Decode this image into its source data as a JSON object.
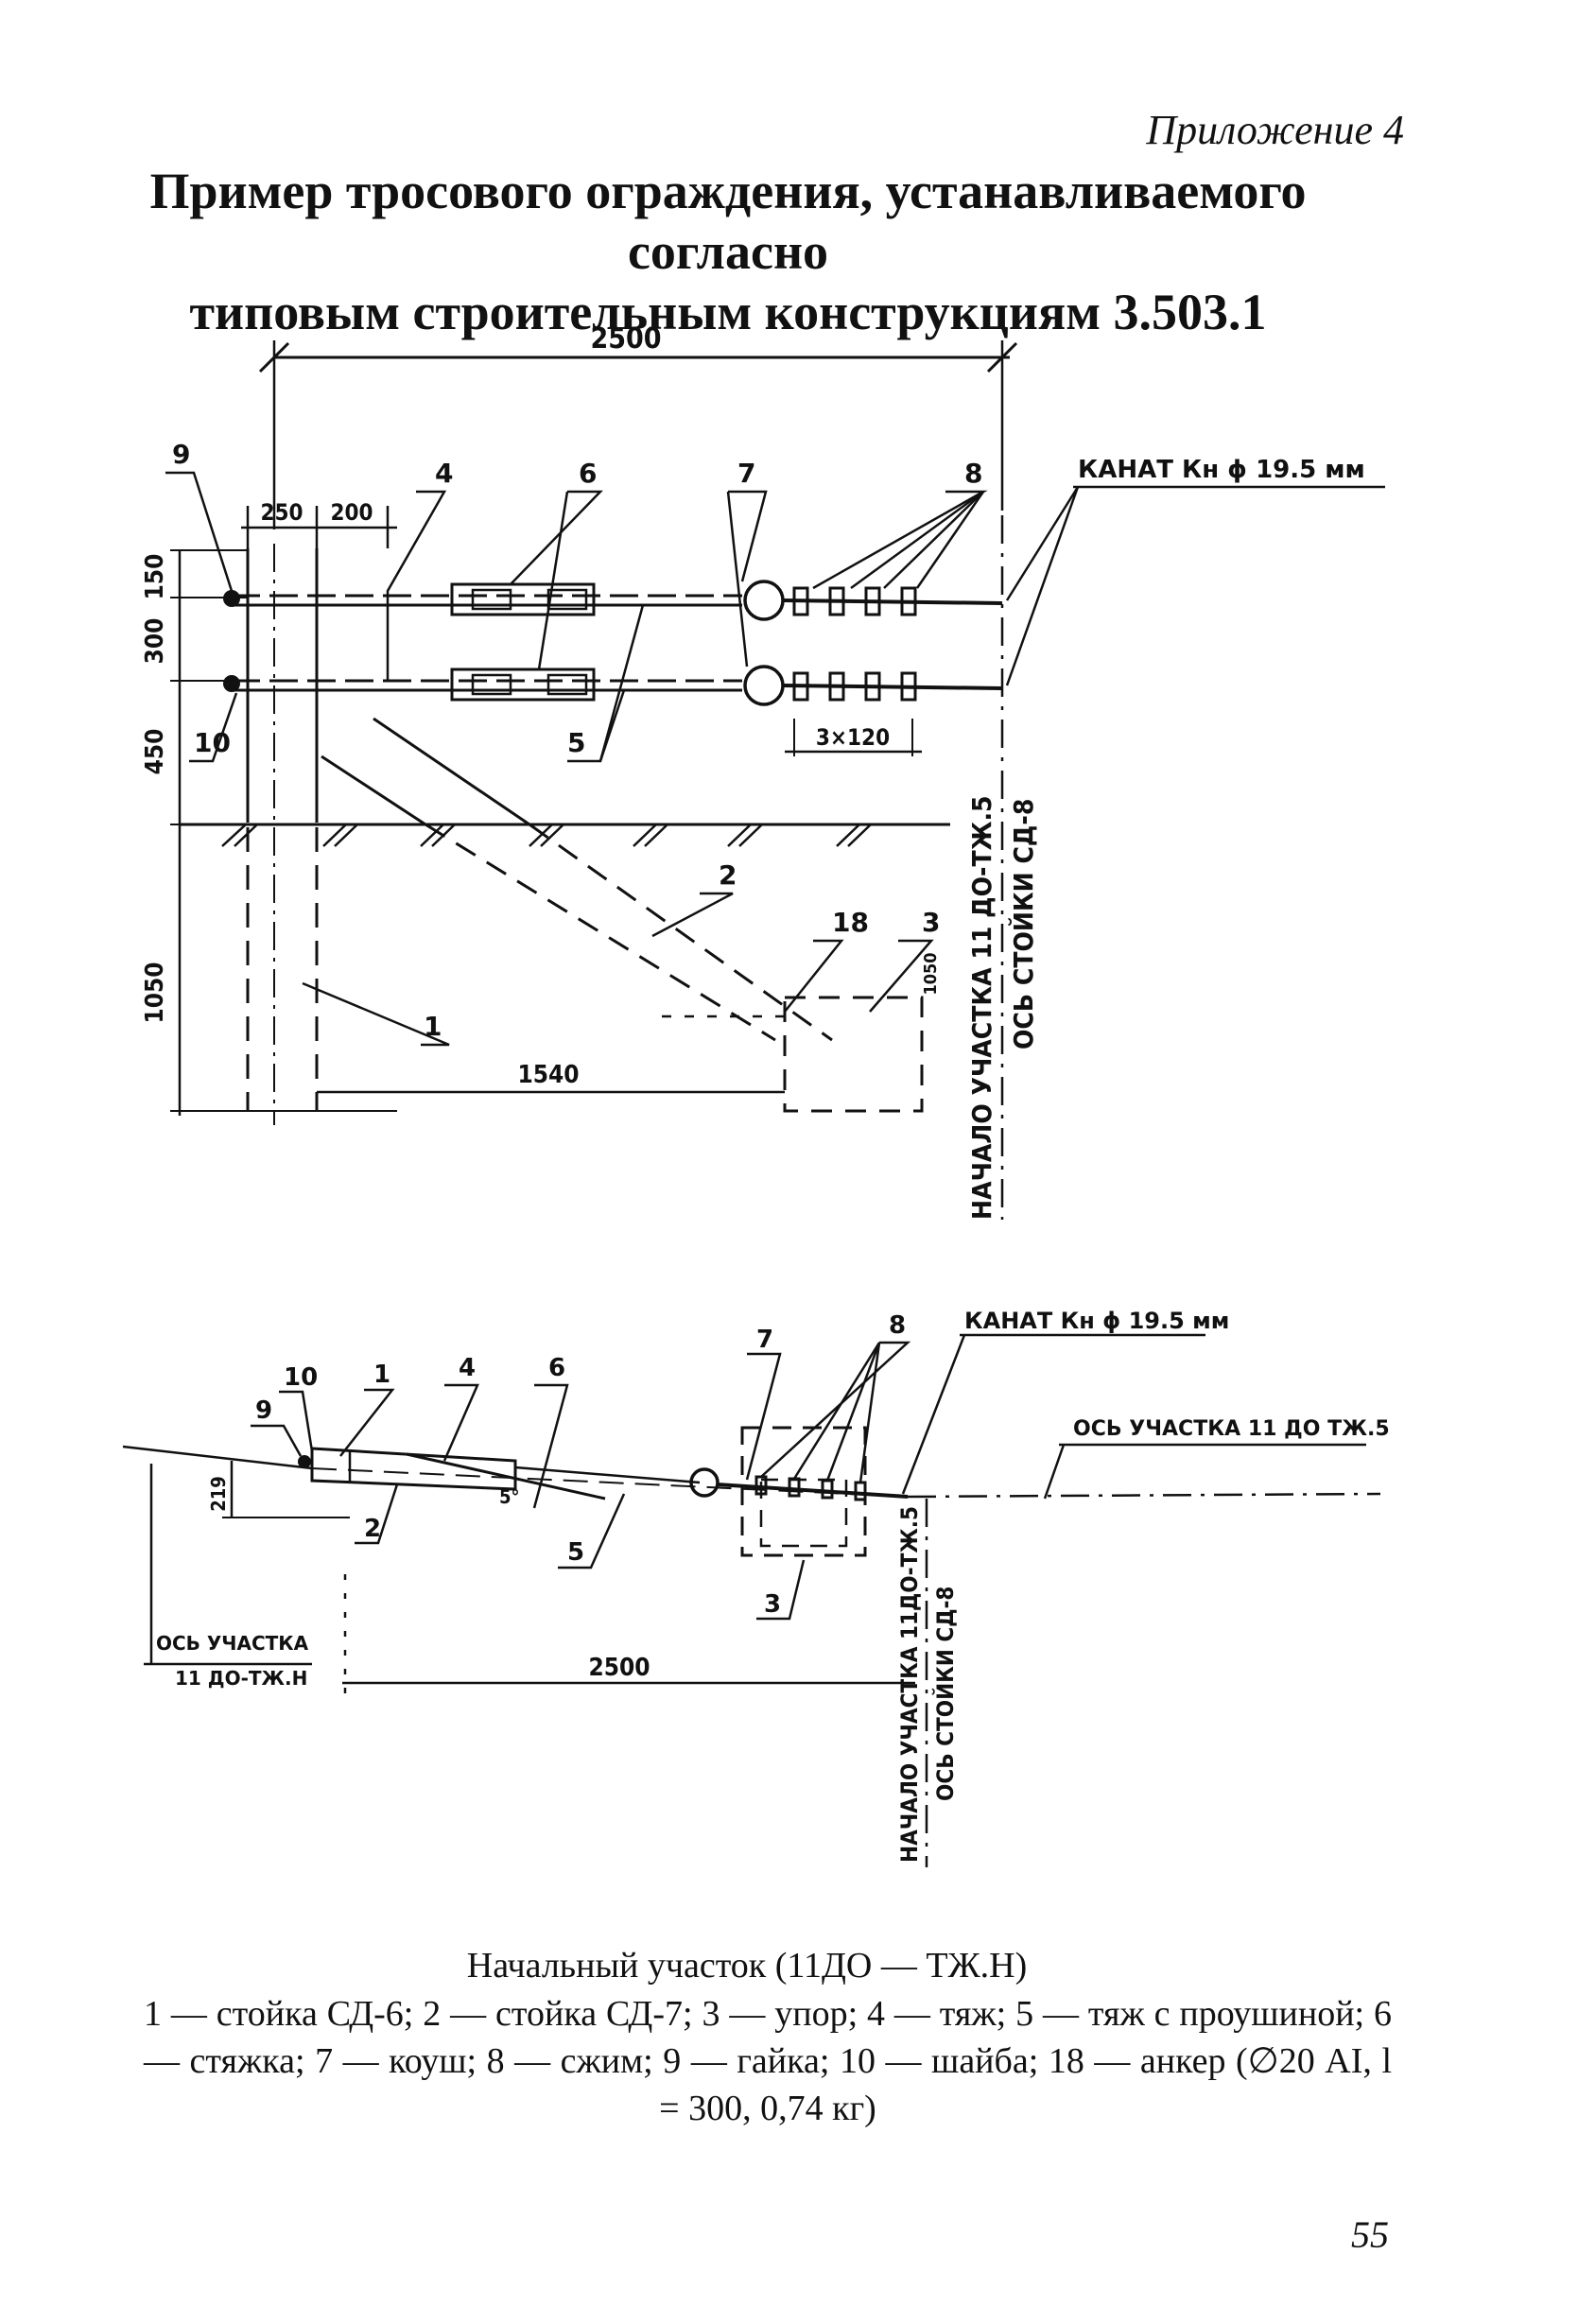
{
  "header": {
    "appendix": "Приложение 4",
    "title_line1": "Пример тросового ограждения, устанавливаемого согласно",
    "title_line2": "типовым строительным конструкциям 3.503.1"
  },
  "drawing_top": {
    "dim_total": "2500",
    "dim_250": "250",
    "dim_200": "200",
    "dim_150": "150",
    "dim_300": "300",
    "dim_450": "450",
    "dim_1050": "1050",
    "dim_1050_small": "1050",
    "dim_1540": "1540",
    "dim_3x120": "3×120",
    "cable_label": "КАНАТ Кн ϕ 19.5 мм",
    "axis_label_1": "НАЧАЛО УЧАСТКА 11 ДО-ТЖ.5",
    "axis_label_2": "ОСЬ СТОЙКИ СД-8",
    "callouts": [
      "9",
      "4",
      "6",
      "7",
      "8",
      "10",
      "5",
      "2",
      "18",
      "3",
      "1"
    ]
  },
  "drawing_bottom": {
    "cable_label": "КАНАТ Кн ϕ 19.5 мм",
    "axis_right": "ОСЬ УЧАСТКА 11 ДО ТЖ.5",
    "axis_left_1": "ОСЬ УЧАСТКА",
    "axis_left_2": "11 ДО-ТЖ.Н",
    "dim_219": "219",
    "dim_2500": "2500",
    "angle": "5°",
    "vertical_1": "НАЧАЛО УЧАСТКА 11ДО-ТЖ.5",
    "vertical_2": "ОСЬ СТОЙКИ СД-8",
    "callouts": [
      "10",
      "9",
      "1",
      "4",
      "6",
      "7",
      "8",
      "2",
      "5",
      "3"
    ]
  },
  "caption": {
    "title": "Начальный участок (11ДО — ТЖ.Н)",
    "legend": "1 — стойка СД-6; 2 — стойка СД-7; 3 — упор; 4 — тяж; 5 — тяж с проушиной; 6 — стяжка; 7 — коуш; 8 — сжим; 9 — гайка; 10 — шайба; 18 — анкер (∅20 AI, l = 300, 0,74 кг)"
  },
  "page_number": "55"
}
